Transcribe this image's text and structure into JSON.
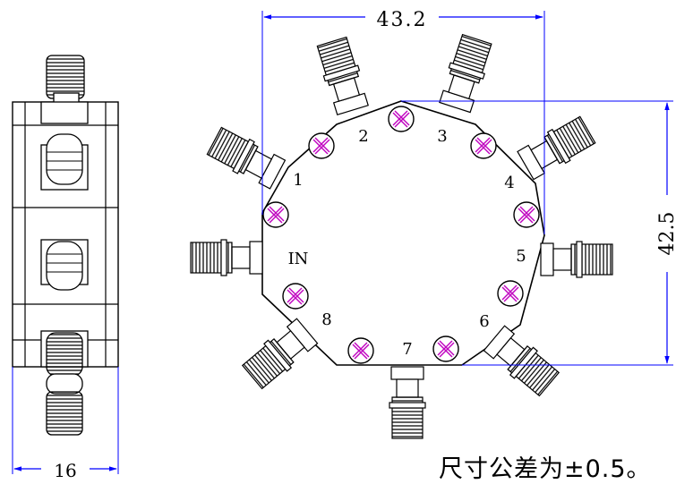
{
  "drawing": {
    "colors": {
      "outline": "#000000",
      "dimension": "#0000ff",
      "screw_slot": "#c000c0",
      "background": "#ffffff"
    },
    "dimensions": {
      "width_top": "43.2",
      "height_right": "42.5",
      "side_width": "16"
    },
    "port_labels": [
      "IN",
      "1",
      "2",
      "3",
      "4",
      "5",
      "6",
      "7",
      "8"
    ],
    "tolerance_note": "尺寸公差为±0.5。"
  }
}
